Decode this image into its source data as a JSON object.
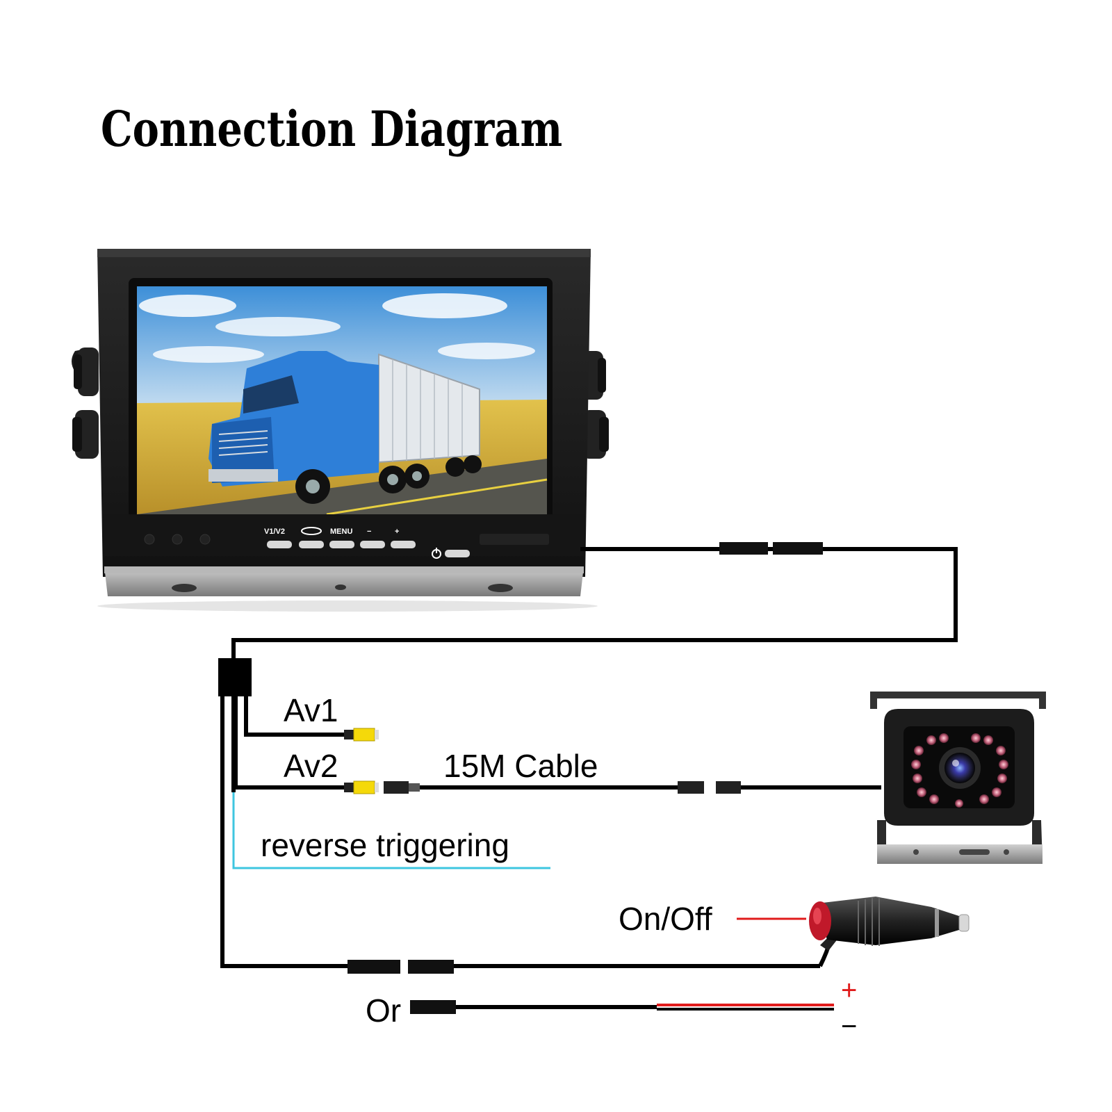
{
  "diagram": {
    "title": "Connection Diagram",
    "labels": {
      "av1": "Av1",
      "av2": "Av2",
      "cable": "15M Cable",
      "reverse": "reverse triggering",
      "onoff": "On/Off",
      "or": "Or",
      "plus": "+",
      "minus": "−"
    },
    "monitor_buttons": [
      "V1/V2",
      "",
      "MENU",
      "−",
      "+"
    ],
    "colors": {
      "wire": "#000000",
      "reverse_wire": "#3ec6e0",
      "positive_wire": "#e01b1b",
      "rca_plug": "#f5d90a",
      "background": "#ffffff"
    },
    "icons": [
      "monitor-icon",
      "backup-camera-icon",
      "cigarette-lighter-plug-icon",
      "power-icon"
    ]
  }
}
